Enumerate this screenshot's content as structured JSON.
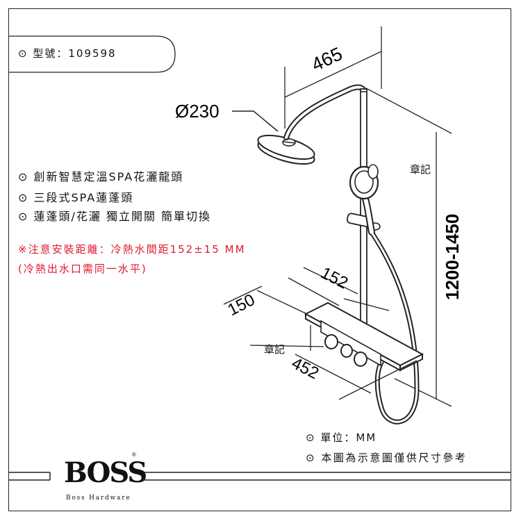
{
  "model_label": "⊙ 型號：109598",
  "features": [
    "⊙ 創新智慧定溫SPA花灑龍頭",
    "⊙ 三段式SPA蓮蓬頭",
    "⊙ 蓮蓬頭/花灑  獨立開關  簡單切換"
  ],
  "warning": {
    "line1": "※注意安裝距離：冷熱水間距152±15  MM",
    "line2": "(冷熱出水口需同一水平)",
    "color": "#e0192f"
  },
  "dimensions": {
    "head_diameter": "Ø230",
    "arm_length": "465",
    "height_range": "1200-1450",
    "inlet_spacing": "152",
    "wall_depth": "150",
    "shelf_width": "452"
  },
  "stamps": [
    "章記",
    "章記"
  ],
  "unit_label": "⊙ 單位：MM",
  "note_label": "⊙ 本圖為示意圖僅供尺寸參考",
  "brand": {
    "name": "BOSS",
    "subtitle": "Boss Hardware",
    "registered": "®"
  }
}
